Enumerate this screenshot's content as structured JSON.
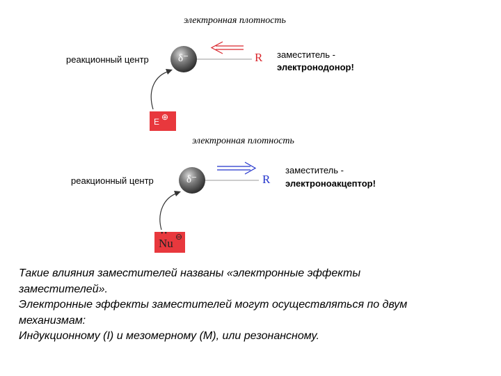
{
  "diagram1": {
    "density_label": "электронная плотность",
    "center_label": "реакционный центр",
    "charge": "δ⁻",
    "substituent": "R",
    "desc_line1": "заместитель -",
    "desc_line2": "электронодонор!",
    "reagent": "E",
    "reagent_charge": "⊕"
  },
  "diagram2": {
    "density_label": "электронная плотность",
    "center_label": "реакционный центр",
    "charge": "δ⁻",
    "substituent": "R",
    "desc_line1": "заместитель -",
    "desc_line2": "электроноакцептор!",
    "reagent": "Nu",
    "reagent_dots": "••",
    "reagent_charge": "⊖"
  },
  "caption": {
    "line1": "Такие влияния заместителей названы «электронные эффекты",
    "line2": "заместителей».",
    "line3": "Электронные эффекты заместителей могут осуществляться по двум",
    "line4": "механизмам:",
    "line5": "Индукционному (I) и мезомерному (М), или резонансному."
  },
  "colors": {
    "reagent_box": "#e8383d",
    "arrow_red": "#d9262c",
    "arrow_blue": "#2233cc",
    "sphere": "#5a5a5a"
  }
}
